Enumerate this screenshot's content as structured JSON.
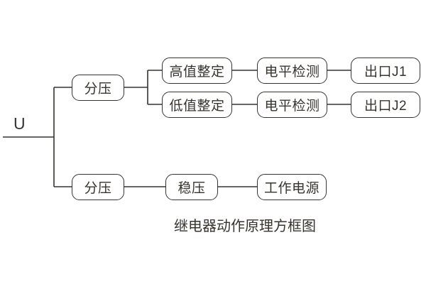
{
  "diagram": {
    "caption": "继电器动作原理方框图",
    "input_label": "U",
    "colors": {
      "line": "#37332e",
      "box_border": "#37332e",
      "box_fill": "#ffffff",
      "background": "#ffffff",
      "text": "#37332e"
    },
    "blocks": {
      "divider_top": "分压",
      "high_value_setting": "高值整定",
      "low_value_setting": "低值整定",
      "level_detection_1": "电平检测",
      "level_detection_2": "电平检测",
      "outlet_j1": "出口J1",
      "outlet_j2": "出口J2",
      "divider_bottom": "分压",
      "voltage_regulator": "稳压",
      "working_power": "工作电源"
    }
  }
}
